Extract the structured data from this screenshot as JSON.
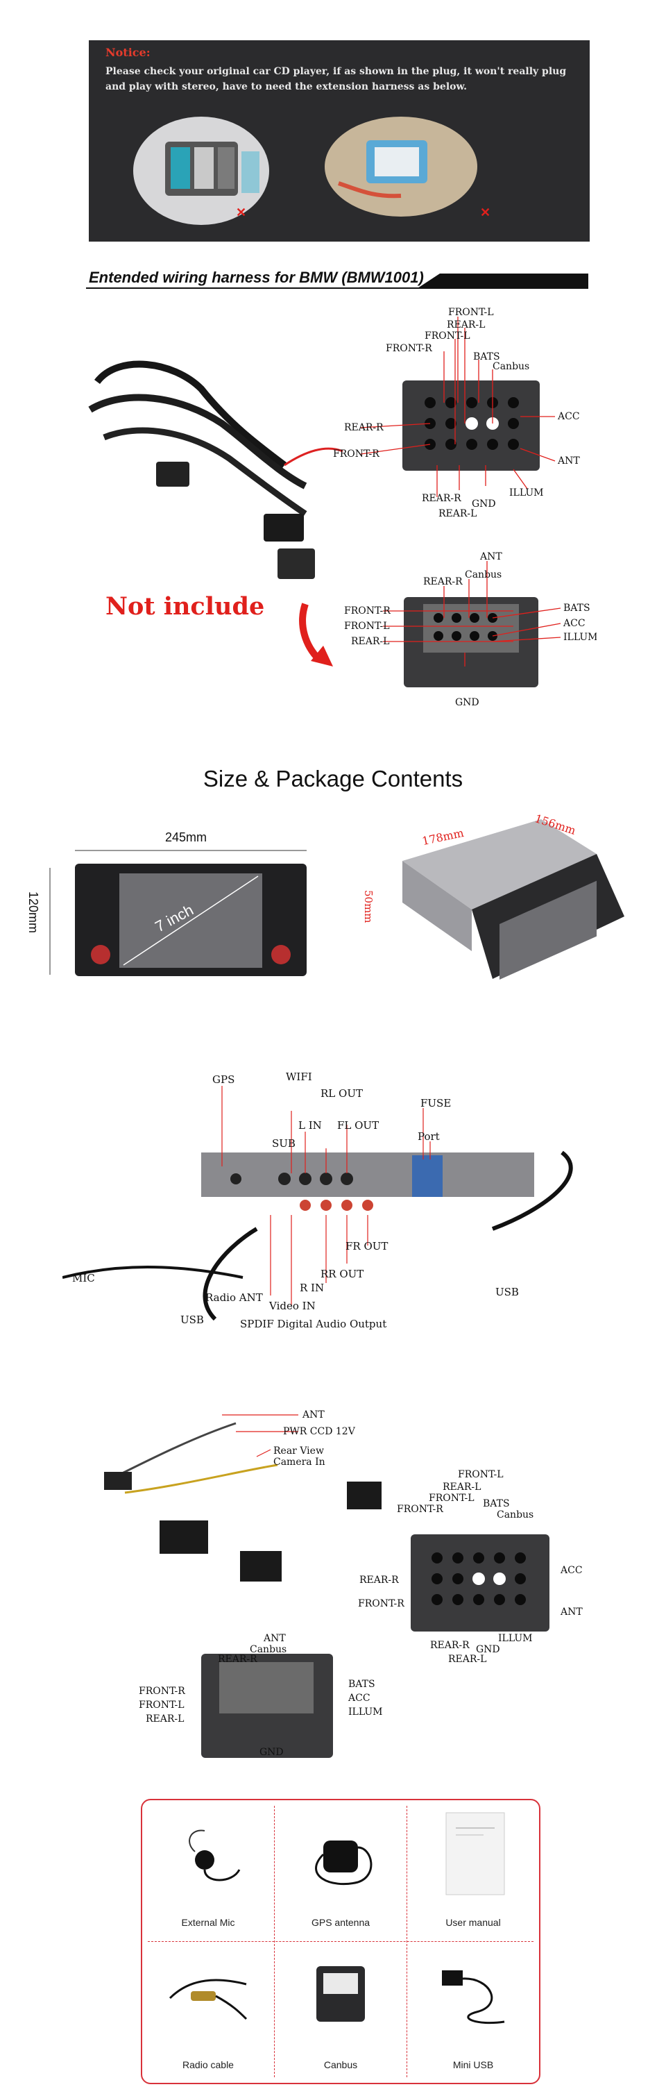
{
  "notice": {
    "title": "Notice:",
    "text": "Please check your original car CD player, if as shown in the plug, it won't really plug and play with stereo, have to need the extension harness as below."
  },
  "section_heading": "Entended wiring harness for BMW (BMW1001)",
  "harness_diagram": {
    "big_plug_labels": [
      "FRONT-L",
      "REAR-L",
      "FRONT-L",
      "FRONT-R",
      "BATS",
      "Canbus",
      "REAR-R",
      "ACC",
      "FRONT-R",
      "ANT",
      "REAR-R",
      "ILLUM",
      "GND",
      "REAR-L"
    ],
    "small_plug_labels": [
      "ANT",
      "Canbus",
      "REAR-R",
      "FRONT-R",
      "BATS",
      "FRONT-L",
      "ACC",
      "REAR-L",
      "ILLUM",
      "GND"
    ],
    "not_include": "Not include"
  },
  "size_section": {
    "title": "Size & Package Contents",
    "width": "245mm",
    "height": "120mm",
    "screen": "7 inch",
    "depth": "178mm",
    "side": "156mm",
    "chassis": "50mm"
  },
  "rear_panel": {
    "labels": [
      "GPS",
      "WIFI",
      "RL OUT",
      "L IN",
      "FL OUT",
      "SUB",
      "FUSE",
      "Port",
      "MIC",
      "FR OUT",
      "RR OUT",
      "R IN",
      "Radio ANT",
      "Video IN",
      "USB",
      "SPDIF Digital Audio Output",
      "USB"
    ]
  },
  "wiring_2": {
    "top_labels": [
      "ANT",
      "PWR CCD 12V",
      "Rear View",
      "Camera In"
    ],
    "big_plug_labels": [
      "FRONT-L",
      "REAR-L",
      "FRONT-L",
      "FRONT-R",
      "BATS",
      "Canbus",
      "REAR-R",
      "ACC",
      "FRONT-R",
      "ANT",
      "REAR-R",
      "ILLUM",
      "GND",
      "REAR-L"
    ],
    "small_plug_labels": [
      "ANT",
      "Canbus",
      "REAR-R",
      "FRONT-R",
      "BATS",
      "FRONT-L",
      "ACC",
      "REAR-L",
      "ILLUM",
      "GND"
    ]
  },
  "package_contents": [
    {
      "label": "External Mic",
      "icon": "mic-icon"
    },
    {
      "label": "GPS antenna",
      "icon": "gps-antenna-icon"
    },
    {
      "label": "User manual",
      "icon": "manual-icon"
    },
    {
      "label": "Radio cable",
      "icon": "radio-cable-icon"
    },
    {
      "label": "Canbus",
      "icon": "canbus-icon"
    },
    {
      "label": "Mini USB",
      "icon": "usb-cable-icon"
    }
  ],
  "colors": {
    "accent_red": "#e0201c",
    "notice_bg": "#2b2b2d",
    "border_red": "#d8323a"
  }
}
